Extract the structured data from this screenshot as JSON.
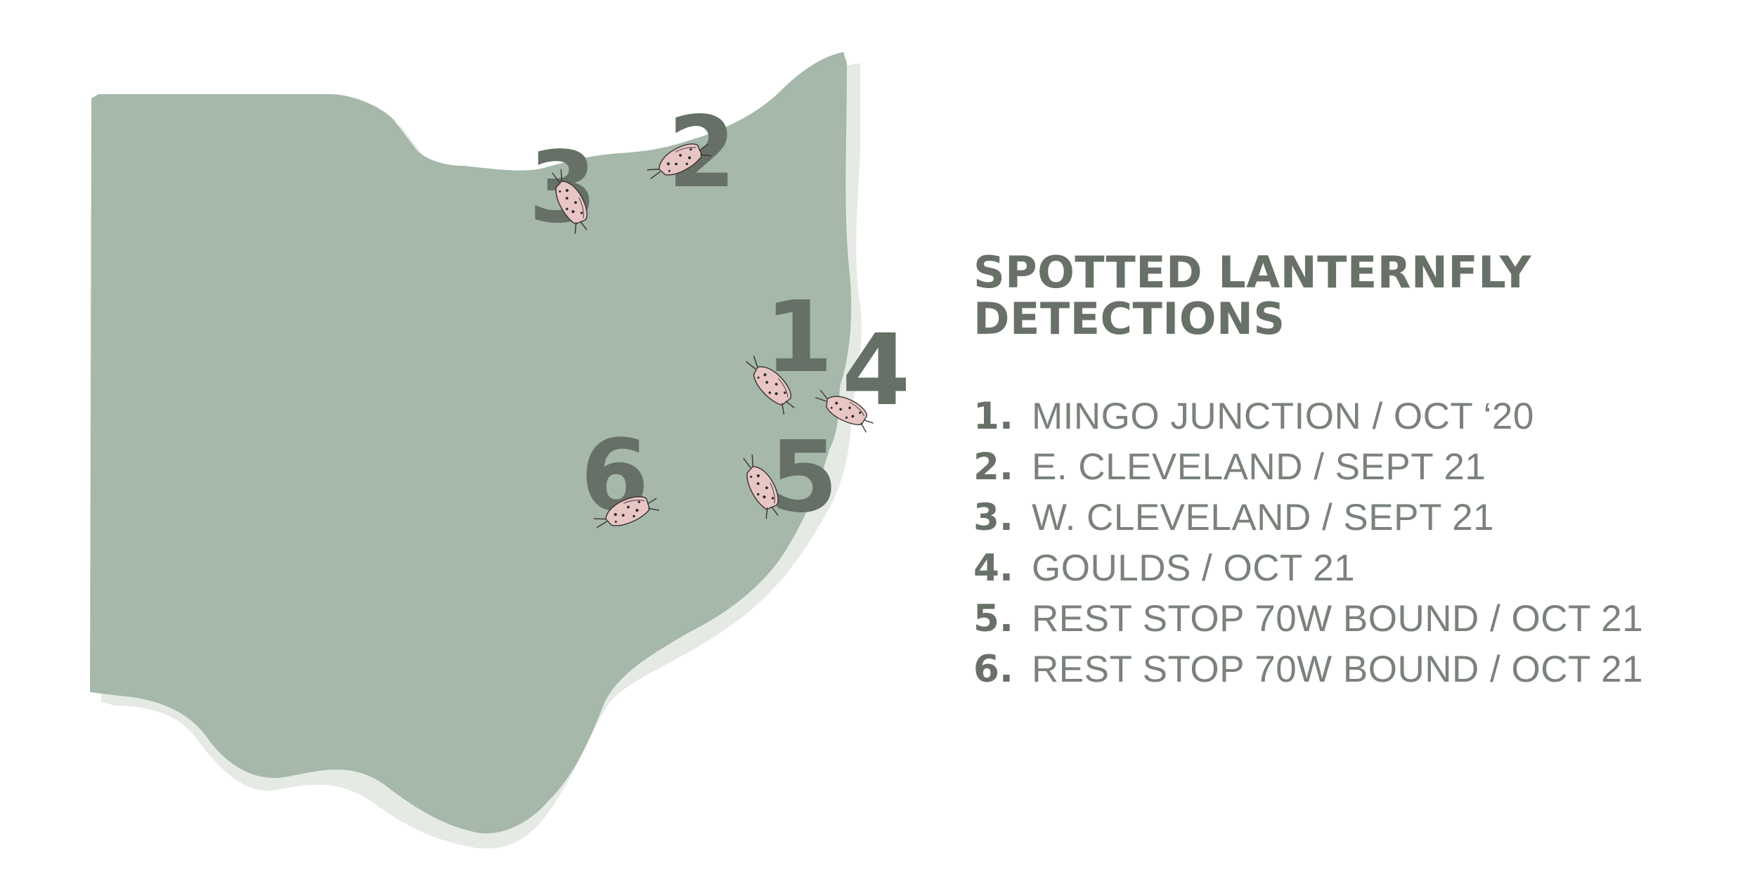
{
  "colors": {
    "map_fill": "#a5b8aa",
    "map_shadow": "#e6eae5",
    "text": "#687168",
    "insect_wing": "#e7c6c4",
    "insect_spot": "#2e2a2a"
  },
  "legend": {
    "title_line1": "SPOTTED LANTERNFLY",
    "title_line2": "DETECTIONS",
    "items": [
      {
        "num": "1.",
        "text": "MINGO JUNCTION / OCT ‘20"
      },
      {
        "num": "2.",
        "text": "E. CLEVELAND / SEPT 21"
      },
      {
        "num": "3.",
        "text": "W. CLEVELAND / SEPT 21"
      },
      {
        "num": "4.",
        "text": "GOULDS / OCT 21"
      },
      {
        "num": "5.",
        "text": "REST STOP 70W BOUND / OCT 21"
      },
      {
        "num": "6.",
        "text": "REST STOP 70W BOUND / OCT 21"
      }
    ]
  },
  "map": {
    "markers": [
      {
        "label": "1",
        "icon": "lanternfly-icon"
      },
      {
        "label": "2",
        "icon": "lanternfly-icon"
      },
      {
        "label": "3",
        "icon": "lanternfly-icon"
      },
      {
        "label": "4",
        "icon": "lanternfly-icon"
      },
      {
        "label": "5",
        "icon": "lanternfly-icon"
      },
      {
        "label": "6",
        "icon": "lanternfly-icon"
      }
    ]
  }
}
